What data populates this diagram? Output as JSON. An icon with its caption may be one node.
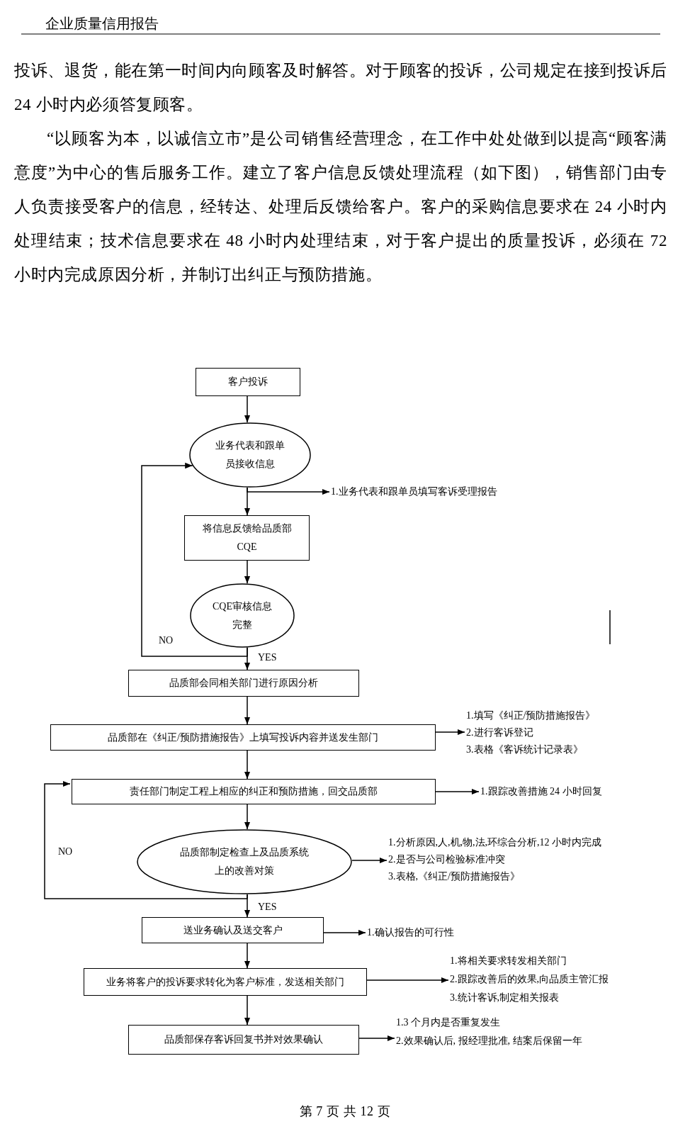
{
  "diagram": {
    "title": "企业质量信用报告",
    "nodes": [
      {
        "text": [
          "客户投诉"
        ]
      },
      {
        "text": [
          "业务代表和跟单员接收信息"
        ]
      },
      {
        "text": [
          "1.业务代表和跟单员填写客诉受理报告"
        ]
      },
      {
        "text": [
          "将信息反馈给品质部 CQE"
        ]
      },
      {
        "text": [
          "CQE审核信息完整"
        ]
      },
      {
        "text": [
          "品质部会同相关部门进行原因分析"
        ]
      },
      {
        "text": [
          "品质部在《纠正/预防措施报告》上填写投诉内容并送发生部门"
        ]
      },
      {
        "text": [
          "1.填写《纠正/预防措施报告》",
          "2.进行客诉登记",
          "3.表格《客诉统计记录表》"
        ]
      },
      {
        "text": [
          "责任部门制定工程上相应的纠正和预防措施，回交品质部"
        ]
      },
      {
        "text": [
          "1.跟踪改善措施 24 小时回复"
        ]
      },
      {
        "text": [
          "品质部制定检查上及品质系统上的改善对策"
        ]
      },
      {
        "text": [
          "1.分析原因,人,机,物,法,环综合分析,12 小时内完成",
          "2.是否与公司检验标准冲突",
          "3.表格,《纠正/预防措施报告》"
        ]
      },
      {
        "text": [
          "送业务确认及送交客户"
        ]
      },
      {
        "text": [
          "1.确认报告的可行性"
        ]
      },
      {
        "text": [
          "业务将客户的投诉要求转化为客户标准，发送相关部门"
        ]
      },
      {
        "text": [
          "1.将相关要求转发相关部门",
          "2.跟踪改善后的效果,向品质主管汇报",
          "3.统计客诉,制定相关报表"
        ]
      },
      {
        "text": [
          "品质部保存客诉回复书并对效果确认"
        ]
      },
      {
        "text": [
          "1.3 个月内是否重复发生",
          "2.效果确认后, 报经理批准, 结案后保留一年"
        ]
      }
    ],
    "edges": [
      {
        "from": 0,
        "to": 1,
        "arrow": "to"
      },
      {
        "from": 1,
        "to": 2,
        "arrow": "to"
      },
      {
        "from": 1,
        "to": 3,
        "arrow": "to"
      },
      {
        "from": 3,
        "to": 4,
        "arrow": "to"
      },
      {
        "from": 4,
        "to": 1,
        "arrow": "to",
        "label": "NO"
      },
      {
        "from": 4,
        "to": 5,
        "arrow": "to",
        "label": "YES"
      },
      {
        "from": 5,
        "to": 6,
        "arrow": "to"
      },
      {
        "from": 6,
        "to": 7,
        "arrow": "to"
      },
      {
        "from": 6,
        "to": 8,
        "arrow": "to"
      },
      {
        "from": 8,
        "to": 9,
        "arrow": "to"
      },
      {
        "from": 8,
        "to": 10,
        "arrow": "to"
      },
      {
        "from": 10,
        "to": 11,
        "arrow": "to"
      },
      {
        "from": 10,
        "to": 8,
        "arrow": "to",
        "label": "NO"
      },
      {
        "from": 10,
        "to": 12,
        "arrow": "to",
        "label": "YES"
      },
      {
        "from": 12,
        "to": 13,
        "arrow": "to"
      },
      {
        "from": 12,
        "to": 14,
        "arrow": "to"
      },
      {
        "from": 14,
        "to": 15,
        "arrow": "to"
      },
      {
        "from": 14,
        "to": 16,
        "arrow": "to"
      },
      {
        "from": 16,
        "to": 17,
        "arrow": "to"
      }
    ],
    "labels": [
      "投诉、退货，能在第一时间内向顾客及时解答。对于顾客的投诉，公司规定在接到投诉后 24 小时内必须答复顾客。",
      "“以顾客为本，以诚信立市”是公司销售经营理念，在工作中处处做到以提高“顾客满意度”为中心的售后服务工作。建立了客户信息反馈处理流程（如下图），销售部门由专人负责接受客户的信息，经转达、处理后反馈给客户。客户的采购信息要求在 24 小时内处理结束；技术信息要求在 48 小时内处理结束，对于客户提出的质量投诉，必须在 72 小时内完成原因分析，并制订出纠正与预防措施。",
      "第 7 页 共 12 页"
    ]
  }
}
